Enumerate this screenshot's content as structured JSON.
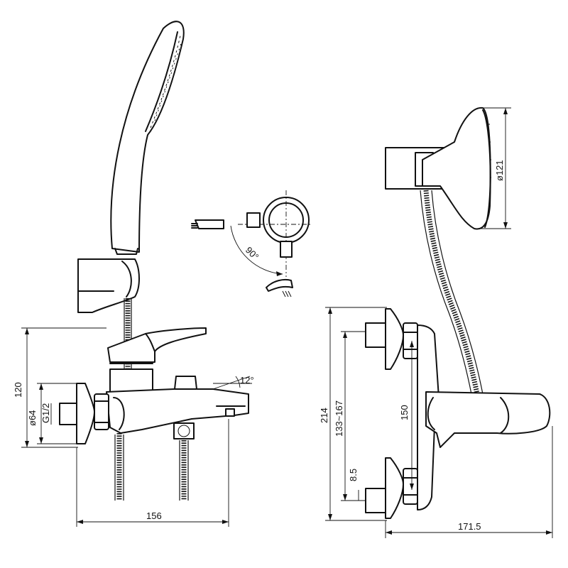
{
  "dimensions": {
    "left_height_total": "120",
    "left_flange_dia": "ø64",
    "left_thread": "G1/2",
    "left_width": "156",
    "spout_angle": "12°",
    "handle_rotation": "90°",
    "right_height_total": "214",
    "right_centers_range": "133~167",
    "right_centers": "150",
    "right_offset": "8.5",
    "right_depth": "171.5",
    "head_dia": "ø121"
  }
}
